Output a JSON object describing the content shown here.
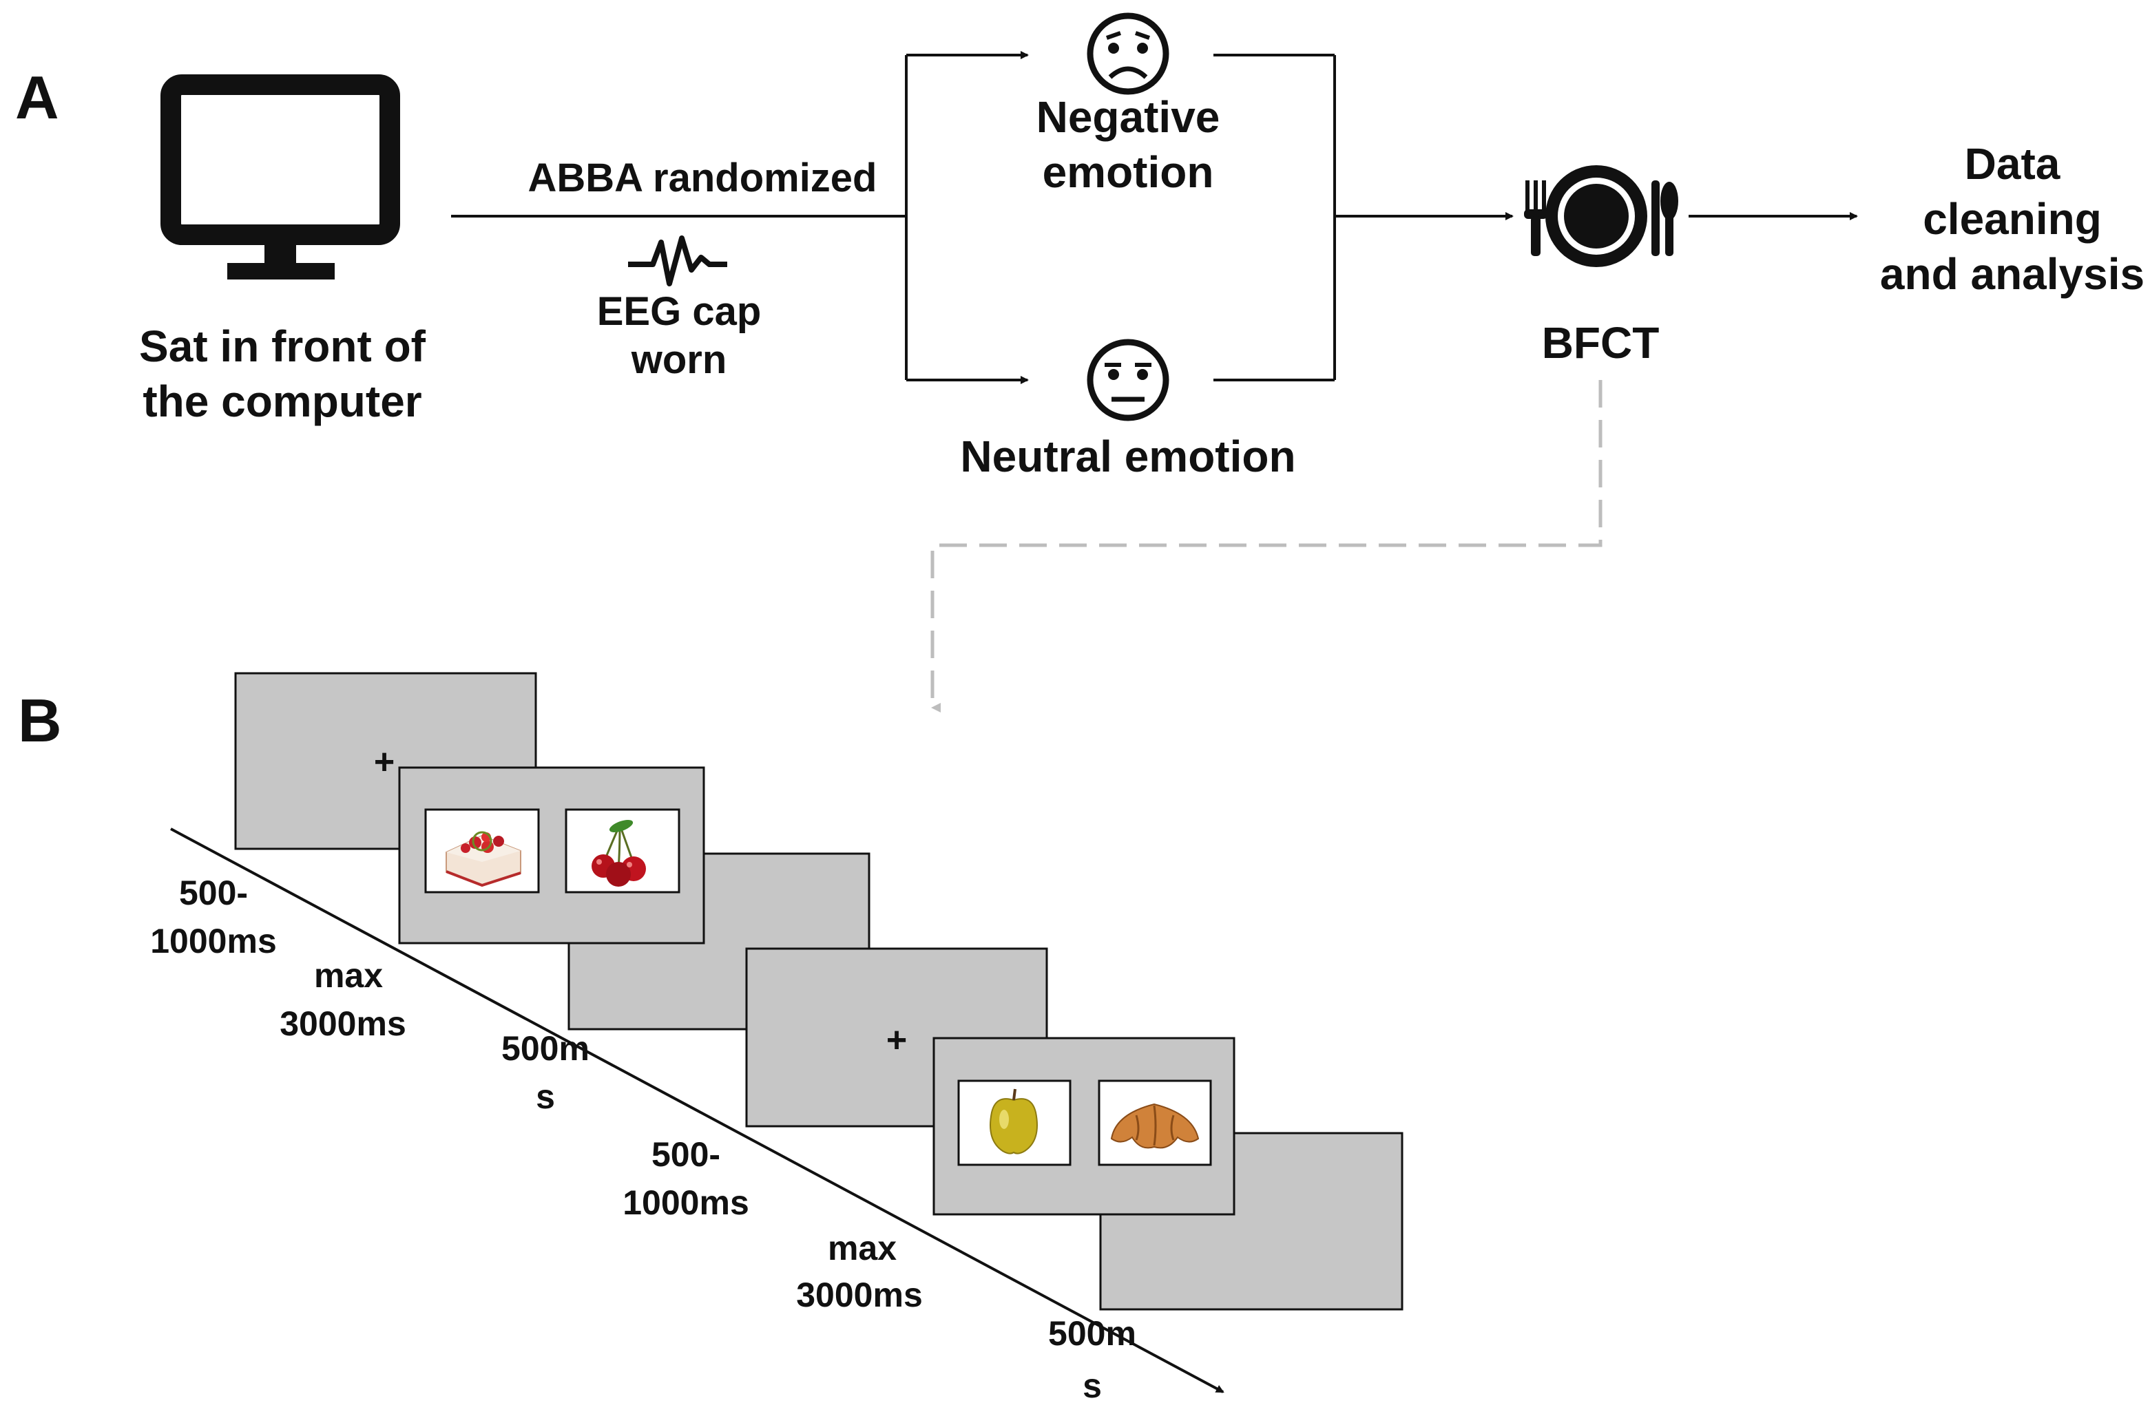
{
  "panel_a": {
    "label": "A",
    "computer_label_line1": "Sat in front of",
    "computer_label_line2": "the computer",
    "design_label": "ABBA randomized",
    "eeg_label_line1": "EEG cap",
    "eeg_label_line2": "worn",
    "negative_label_line1": "Negative",
    "negative_label_line2": "emotion",
    "neutral_label": "Neutral emotion",
    "task_label": "BFCT",
    "analysis_line1": "Data",
    "analysis_line2": "cleaning",
    "analysis_line3": "and analysis",
    "icons": [
      "computer-monitor-icon",
      "eeg-wave-icon",
      "sad-face-icon",
      "neutral-face-icon",
      "plate-cutlery-icon"
    ]
  },
  "panel_b": {
    "label": "B",
    "fixation_symbol": "+",
    "trials": [
      {
        "stimuli": [
          "strawberry-cake-image",
          "cherries-image"
        ],
        "fixation_line1": "500-",
        "fixation_line2": "1000ms",
        "stimulus_line1": "max",
        "stimulus_line2": "3000ms",
        "blank_line1": "500m",
        "blank_line2": "s"
      },
      {
        "stimuli": [
          "apple-image",
          "croissant-image"
        ],
        "fixation_line1": "500-",
        "fixation_line2": "1000ms",
        "stimulus_line1": "max",
        "stimulus_line2": "3000ms",
        "blank_line1": "500m",
        "blank_line2": "s"
      }
    ],
    "colors": {
      "screen": "#c6c6c6",
      "screen_border": "#111111",
      "dashed_connector": "#bdbdbd"
    }
  }
}
